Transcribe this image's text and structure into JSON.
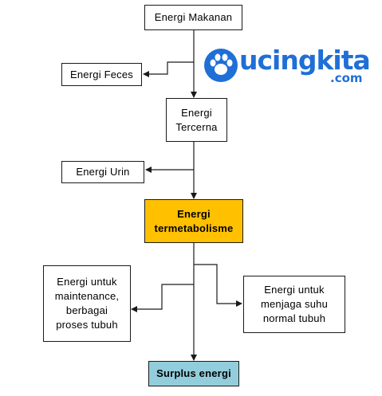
{
  "nodes": {
    "energi_makanan": "Energi Makanan",
    "energi_feces": "Energi Feces",
    "energi_tercerna_line1": "Energi",
    "energi_tercerna_line2": "Tercerna",
    "energi_urin": "Energi Urin",
    "energi_termetabolisme_line1": "Energi",
    "energi_termetabolisme_line2": "termetabolisme",
    "maintenance_line1": "Energi  untuk",
    "maintenance_line2": "maintenance,",
    "maintenance_line3": "berbagai",
    "maintenance_line4": "proses tubuh",
    "suhu_line1": "Energi  untuk",
    "suhu_line2": "menjaga suhu",
    "suhu_line3": "normal tubuh",
    "surplus": "Surplus energi"
  },
  "logo": {
    "text": "ucingkita",
    "sub": ".com"
  },
  "colors": {
    "termetabolisme_fill": "#FFC000",
    "surplus_fill": "#92CDDC",
    "logo": "#1F6FD6",
    "line": "#1A1A1A"
  }
}
